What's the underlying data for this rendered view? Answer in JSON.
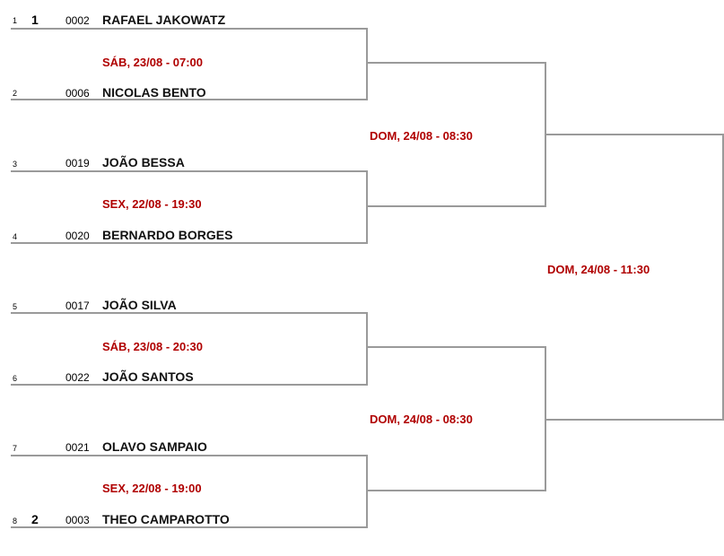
{
  "colors": {
    "accent": "#b00000",
    "line": "#9a9a9a"
  },
  "slots": [
    {
      "index": "1",
      "seed": "1",
      "id": "0002",
      "name": "RAFAEL JAKOWATZ"
    },
    {
      "index": "2",
      "seed": "",
      "id": "0006",
      "name": "NICOLAS BENTO"
    },
    {
      "index": "3",
      "seed": "",
      "id": "0019",
      "name": "JOÃO BESSA"
    },
    {
      "index": "4",
      "seed": "",
      "id": "0020",
      "name": "BERNARDO BORGES"
    },
    {
      "index": "5",
      "seed": "",
      "id": "0017",
      "name": "JOÃO SILVA"
    },
    {
      "index": "6",
      "seed": "",
      "id": "0022",
      "name": "JOÃO SANTOS"
    },
    {
      "index": "7",
      "seed": "",
      "id": "0021",
      "name": "OLAVO SAMPAIO"
    },
    {
      "index": "8",
      "seed": "2",
      "id": "0003",
      "name": "THEO CAMPAROTTO"
    }
  ],
  "round1": [
    {
      "time": "SÁB, 23/08 - 07:00"
    },
    {
      "time": "SEX, 22/08 - 19:30"
    },
    {
      "time": "SÁB, 23/08 - 20:30"
    },
    {
      "time": "SEX, 22/08 - 19:00"
    }
  ],
  "round2": [
    {
      "time": "DOM, 24/08 - 08:30"
    },
    {
      "time": "DOM, 24/08 - 08:30"
    }
  ],
  "final": {
    "time": "DOM, 24/08 - 11:30"
  }
}
